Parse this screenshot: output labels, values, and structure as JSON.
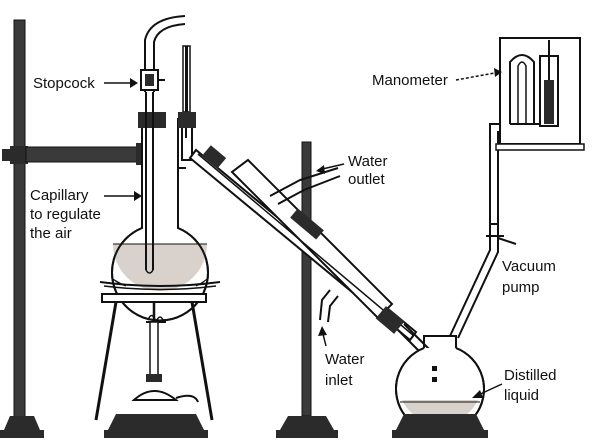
{
  "labels": {
    "stopcock": "Stopcock",
    "capillary_1": "Capillary",
    "capillary_2": "to regulate",
    "capillary_3": "the air",
    "manometer": "Manometer",
    "water_outlet_1": "Water",
    "water_outlet_2": "outlet",
    "vacuum_pump_1": "Vacuum",
    "vacuum_pump_2": "pump",
    "water_inlet_1": "Water",
    "water_inlet_2": "inlet",
    "distilled_1": "Distilled",
    "distilled_2": "liquid"
  },
  "colors": {
    "ink": "#111111",
    "stand": "#3a3a3a",
    "glass_fill": "#ffffff",
    "liquid": "#d9d2cc",
    "clamp": "#2b2b2b"
  }
}
